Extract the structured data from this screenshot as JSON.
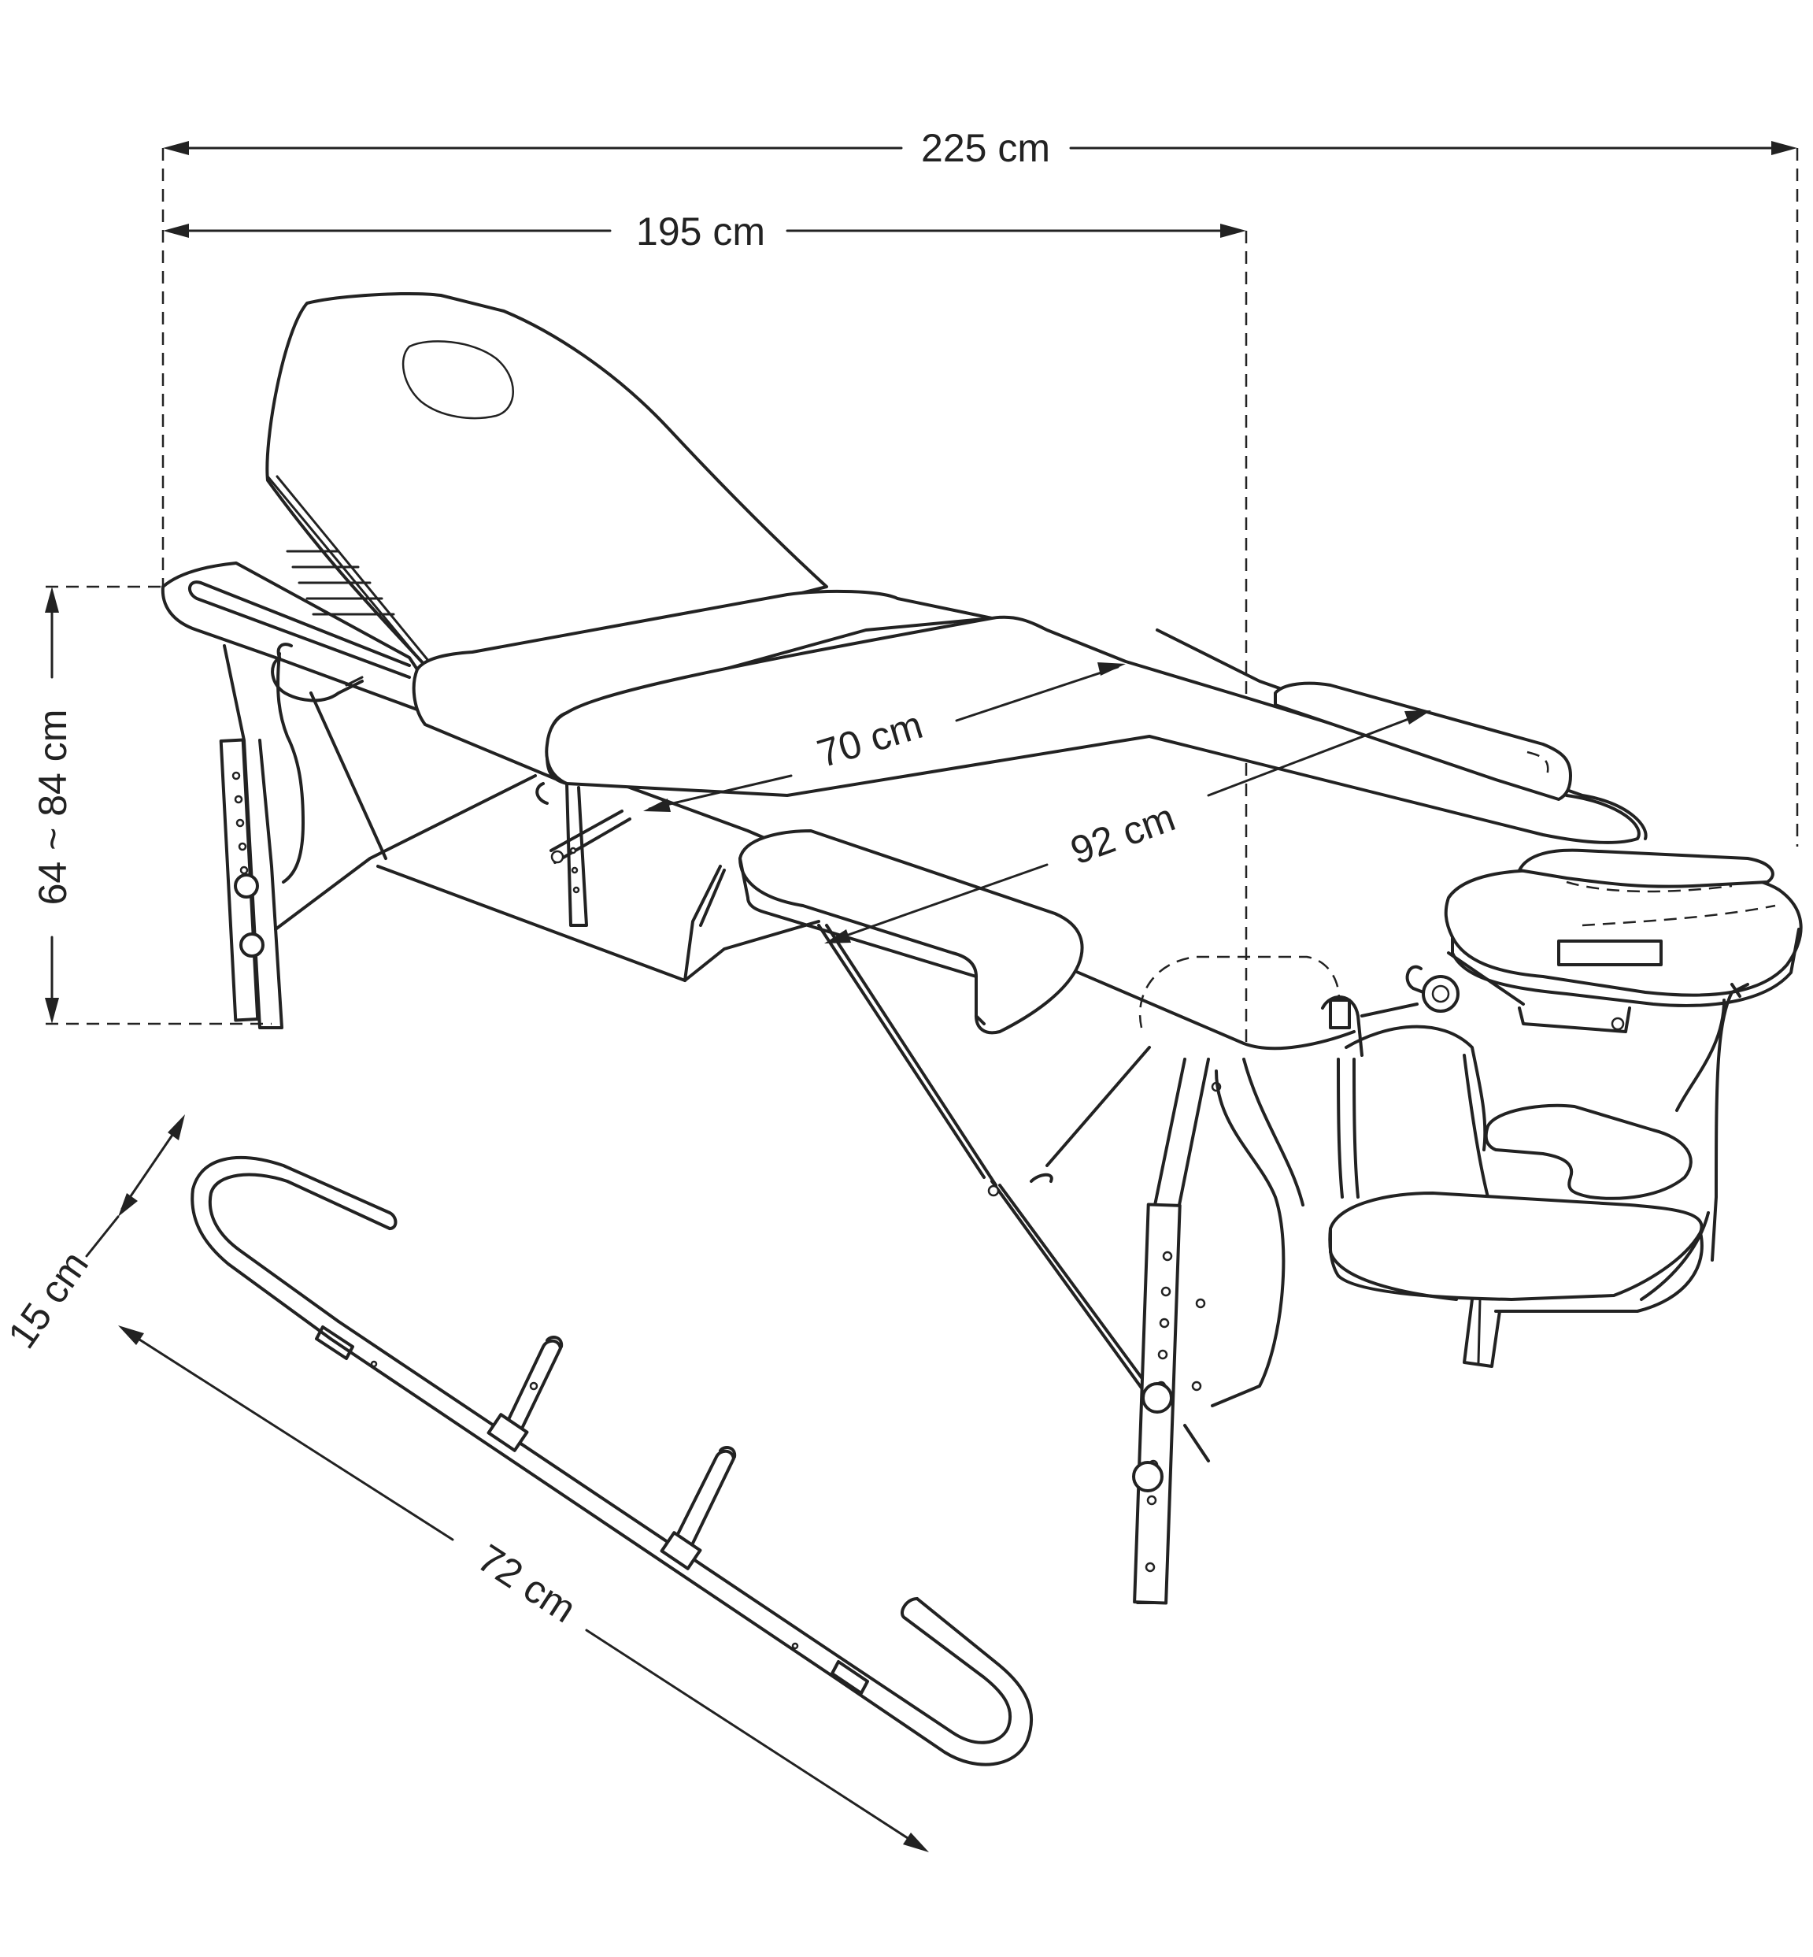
{
  "dimensions": {
    "overall_length": "225 cm",
    "table_length": "195 cm",
    "table_width": "70 cm",
    "width_with_armrests": "92 cm",
    "height_range": "64 ~ 84 cm",
    "bar_depth": "15 cm",
    "bar_length": "72 cm"
  },
  "colors": {
    "line": "#222222",
    "background": "#ffffff"
  }
}
